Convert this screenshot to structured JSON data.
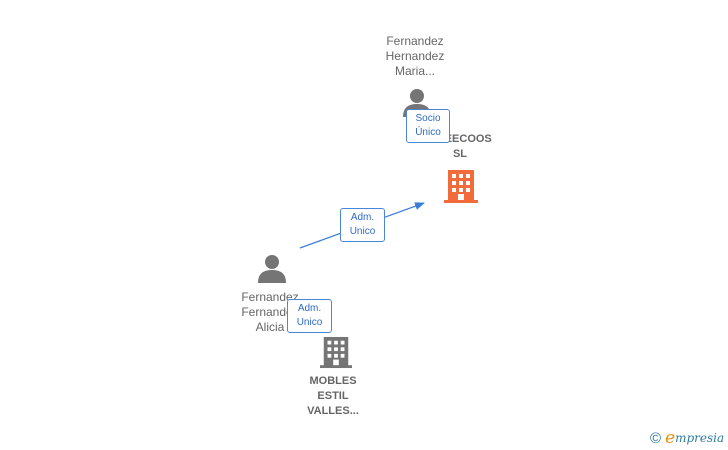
{
  "nodes": {
    "maria": {
      "lines": [
        "Fernandez",
        "Hernandez",
        "Maria..."
      ]
    },
    "greecoos": {
      "lines": [
        "GREECOOS",
        "SL"
      ]
    },
    "alicia": {
      "lines": [
        "Fernandez",
        "Fernandez",
        "Alicia"
      ]
    },
    "mobles": {
      "lines": [
        "MOBLES",
        "ESTIL",
        "VALLES..."
      ]
    }
  },
  "edges": {
    "socio_unico": {
      "lines": [
        "Socio",
        "Único"
      ]
    },
    "adm_unico_greecoos": {
      "lines": [
        "Adm.",
        "Unico"
      ]
    },
    "adm_unico_mobles": {
      "lines": [
        "Adm.",
        "Unico"
      ]
    }
  },
  "colors": {
    "person": "#757575",
    "company_main": "#f26b3a",
    "company_other": "#757575",
    "edge": "#3b7dd8"
  },
  "icons": {
    "person": "person-icon",
    "company": "building-icon"
  },
  "brand": {
    "copyright": "©",
    "e": "e",
    "text": "mpresia"
  }
}
